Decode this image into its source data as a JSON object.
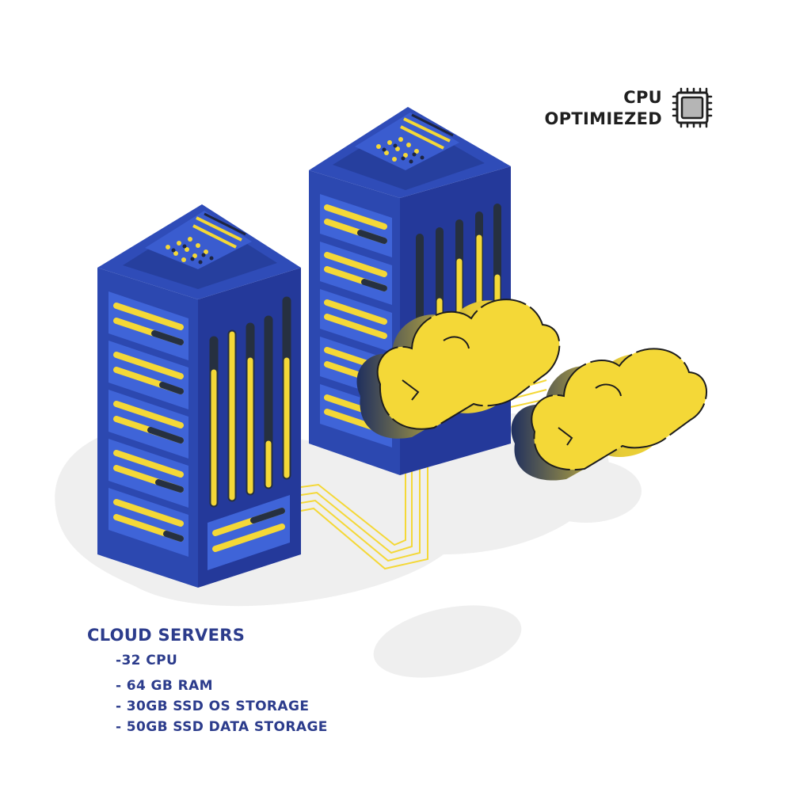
{
  "badge": {
    "line1": "CPU",
    "line2": "OPTIMIEZED",
    "icon": "cpu-chip-icon"
  },
  "specs": {
    "title": "CLOUD SERVERS",
    "items": [
      "-32 CPU",
      "- 64 GB RAM",
      "- 30GB SSD OS STORAGE",
      "- 50GB SSD DATA STORAGE"
    ]
  },
  "colors": {
    "server_blue": "#2c48b0",
    "server_dark": "#22358a",
    "slot_light": "#3f64d8",
    "accent_yellow": "#f4d837",
    "slot_dark": "#263040",
    "text_blue": "#2c3c8c",
    "shadow_gray": "#efefef"
  },
  "icons": [
    "server-rack-icon",
    "cloud-icon",
    "cpu-chip-icon"
  ]
}
